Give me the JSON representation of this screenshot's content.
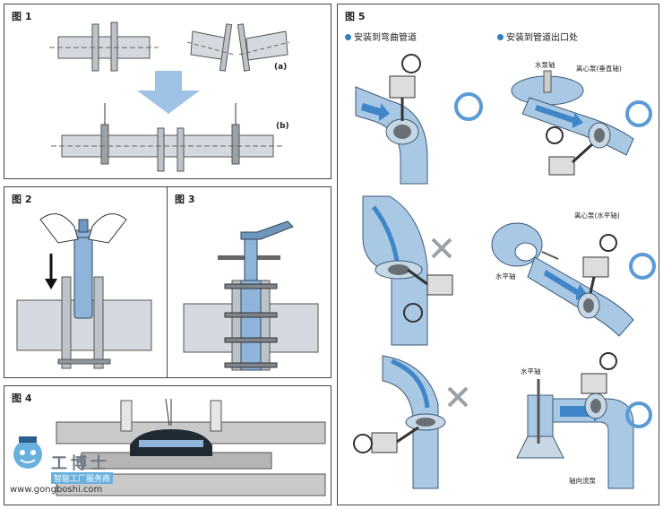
{
  "fig1": {
    "title": "图 1",
    "label_a": "(a)",
    "label_b": "(b)"
  },
  "fig2": {
    "title": "图 2"
  },
  "fig3": {
    "title": "图 3"
  },
  "fig4": {
    "title": "图 4"
  },
  "fig5": {
    "title": "图 5",
    "bent_pipe": "安装到弯曲管道",
    "pipe_outlet": "安装到管道出口处",
    "vertical_pump_shaft": "水泵轴",
    "centrifugal_pump_vertical": "离心泵(垂直轴)",
    "centrifugal_pump_horizontal": "离心泵(水平轴)",
    "horizontal_shaft_1": "水平轴",
    "horizontal_shaft_2": "水平轴",
    "axial_flow_pump": "轴向流泵"
  },
  "watermark": {
    "brand": "工博士",
    "tagline": "智能工厂服务商",
    "url": "www.gongboshi.com"
  },
  "colors": {
    "pipe": "#cfd6dc",
    "pipe_blue": "#a9c8e3",
    "valve_blue": "#8fb4d9",
    "arrow_blue": "#3f86c8",
    "ok_ring": "#5b9bd5",
    "no_cross": "#9aa0a6"
  }
}
